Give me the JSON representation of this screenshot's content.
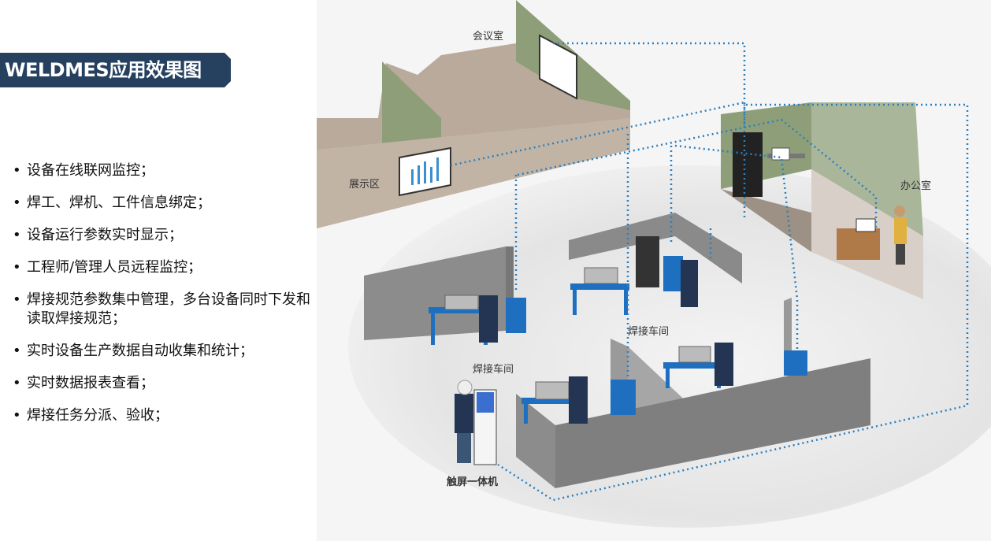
{
  "title": "WELDMES应用效果图",
  "features": [
    "设备在线联网监控；",
    "焊工、焊机、工件信息绑定；",
    "设备运行参数实时显示；",
    "工程师/管理人员远程监控；",
    "焊接规范参数集中管理，多台设备同时下发和读取焊接规范；",
    "实时设备生产数据自动收集和统计；",
    "实时数据报表查看；",
    "焊接任务分派、验收；"
  ],
  "diagram": {
    "labels": {
      "meeting_room": "会议室",
      "display_area": "展示区",
      "office": "办公室",
      "workshop_1": "焊接车间",
      "workshop_2": "焊接车间",
      "kiosk": "触屏一体机"
    },
    "colors": {
      "link": "#2a7fbf",
      "banner": "#26415f",
      "wall": "#8c8c8c",
      "equipment": "#1f6fc0"
    }
  }
}
